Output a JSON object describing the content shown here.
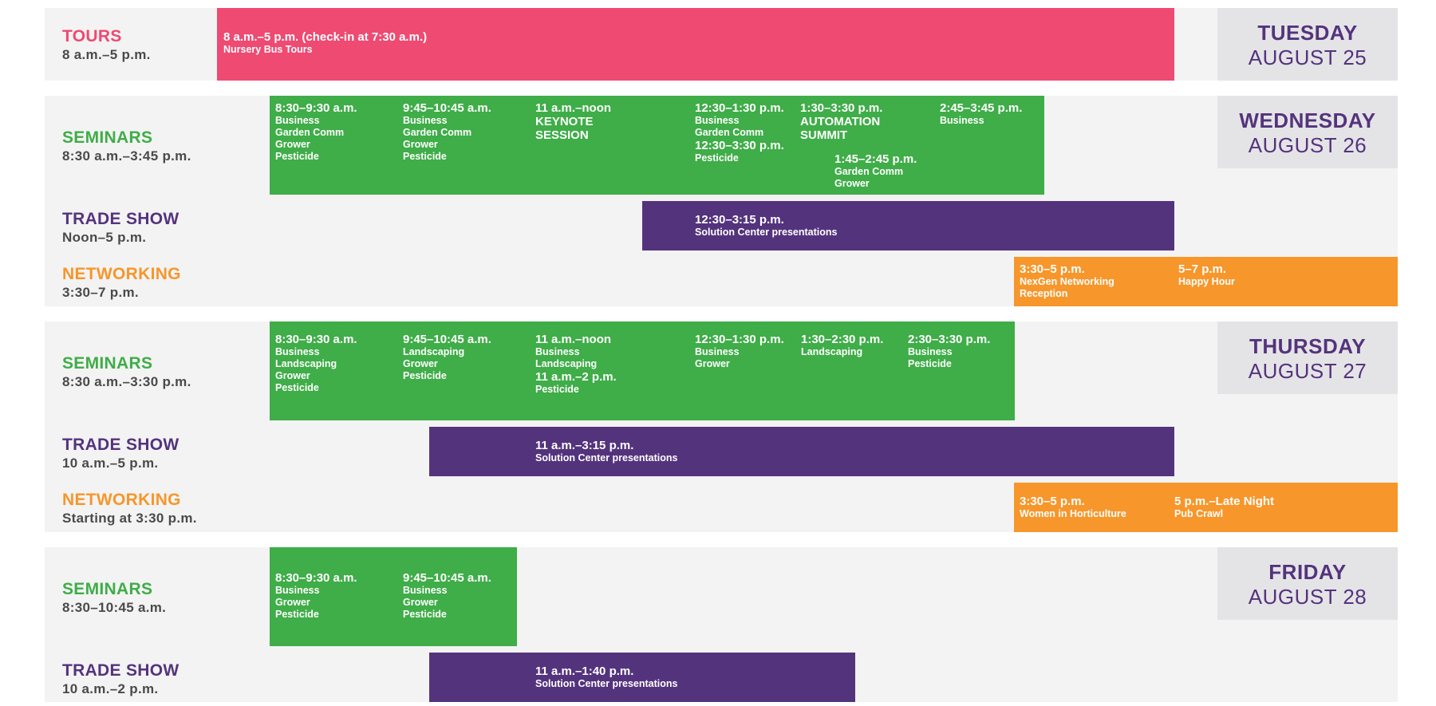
{
  "days": [
    {
      "name": "TUESDAY",
      "date": "AUGUST 25"
    },
    {
      "name": "WEDNESDAY",
      "date": "AUGUST 26"
    },
    {
      "name": "THURSDAY",
      "date": "AUGUST 27"
    },
    {
      "name": "FRIDAY",
      "date": "AUGUST 28"
    }
  ],
  "colors": {
    "tours": "#ee4a72",
    "seminars": "#3fad48",
    "trade_show": "#54337d",
    "networking": "#f7962a",
    "panel": "#f3f3f3",
    "daybox": "#e4e4e6"
  },
  "tuesday": {
    "tours": {
      "label": "TOURS",
      "time": "8 a.m.–5 p.m.",
      "event": {
        "time": "8 a.m.–5 p.m. (check-in at 7:30 a.m.)",
        "desc": "Nursery Bus Tours"
      }
    }
  },
  "wednesday": {
    "seminars": {
      "label": "SEMINARS",
      "time": "8:30 a.m.–3:45 p.m.",
      "events": [
        {
          "time": "8:30–9:30 a.m.",
          "lines": [
            "Business",
            "Garden Comm",
            "Grower",
            "Pesticide"
          ]
        },
        {
          "time": "9:45–10:45 a.m.",
          "lines": [
            "Business",
            "Garden Comm",
            "Grower",
            "Pesticide"
          ]
        },
        {
          "time": "11 a.m.–noon",
          "lines": [
            "KEYNOTE",
            "SESSION"
          ]
        },
        {
          "time": "12:30–1:30 p.m.",
          "lines": [
            "Business",
            "Garden Comm"
          ]
        },
        {
          "time": "12:30–3:30 p.m.",
          "lines": [
            "Pesticide"
          ]
        },
        {
          "time": "1:30–3:30 p.m.",
          "lines": [
            "AUTOMATION",
            "SUMMIT"
          ]
        },
        {
          "time": "1:45–2:45 p.m.",
          "lines": [
            "Garden Comm",
            "Grower"
          ]
        },
        {
          "time": "2:45–3:45 p.m.",
          "lines": [
            "Business"
          ]
        }
      ]
    },
    "trade_show": {
      "label": "TRADE SHOW",
      "time": "Noon–5 p.m.",
      "event": {
        "time": "12:30–3:15 p.m.",
        "desc": "Solution Center presentations"
      }
    },
    "networking": {
      "label": "NETWORKING",
      "time": "3:30–7 p.m.",
      "events": [
        {
          "time": "3:30–5 p.m.",
          "lines": [
            "NexGen Networking",
            "Reception"
          ]
        },
        {
          "time": "5–7 p.m.",
          "lines": [
            "Happy Hour"
          ]
        }
      ]
    }
  },
  "thursday": {
    "seminars": {
      "label": "SEMINARS",
      "time": "8:30 a.m.–3:30 p.m.",
      "events": [
        {
          "time": "8:30–9:30 a.m.",
          "lines": [
            "Business",
            "Landscaping",
            "Grower",
            "Pesticide"
          ]
        },
        {
          "time": "9:45–10:45 a.m.",
          "lines": [
            "Landscaping",
            "Grower",
            "Pesticide"
          ]
        },
        {
          "time": "11 a.m.–noon",
          "lines": [
            "Business",
            "Landscaping"
          ]
        },
        {
          "time": "11 a.m.–2 p.m.",
          "lines": [
            "Pesticide"
          ]
        },
        {
          "time": "12:30–1:30 p.m.",
          "lines": [
            "Business",
            "Grower"
          ]
        },
        {
          "time": "1:30–2:30 p.m.",
          "lines": [
            "Landscaping"
          ]
        },
        {
          "time": "2:30–3:30 p.m.",
          "lines": [
            "Business",
            "Pesticide"
          ]
        }
      ]
    },
    "trade_show": {
      "label": "TRADE SHOW",
      "time": "10 a.m.–5 p.m.",
      "event": {
        "time": "11 a.m.–3:15 p.m.",
        "desc": "Solution Center presentations"
      }
    },
    "networking": {
      "label": "NETWORKING",
      "time": "Starting at 3:30 p.m.",
      "events": [
        {
          "time": "3:30–5 p.m.",
          "lines": [
            "Women in Horticulture"
          ]
        },
        {
          "time": "5 p.m.–Late Night",
          "lines": [
            "Pub Crawl"
          ]
        }
      ]
    }
  },
  "friday": {
    "seminars": {
      "label": "SEMINARS",
      "time": "8:30–10:45 a.m.",
      "events": [
        {
          "time": "8:30–9:30 a.m.",
          "lines": [
            "Business",
            "Grower",
            "Pesticide"
          ]
        },
        {
          "time": "9:45–10:45 a.m.",
          "lines": [
            "Business",
            "Grower",
            "Pesticide"
          ]
        }
      ]
    },
    "trade_show": {
      "label": "TRADE SHOW",
      "time": "10 a.m.–2 p.m.",
      "event": {
        "time": "11 a.m.–1:40 p.m.",
        "desc": "Solution Center presentations"
      }
    }
  }
}
